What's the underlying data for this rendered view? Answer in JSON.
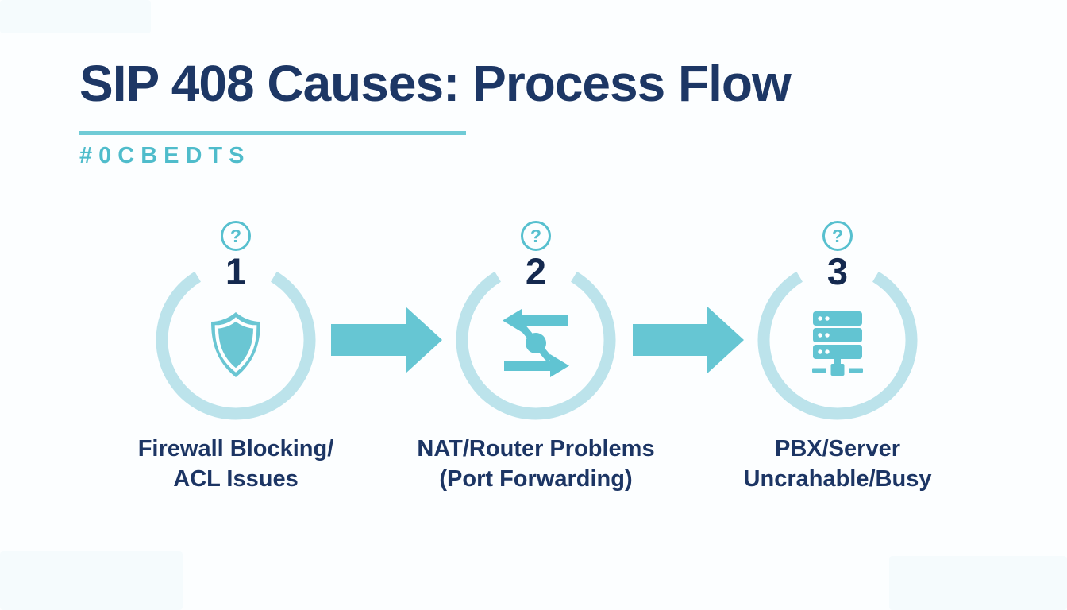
{
  "header": {
    "title": "SIP 408 Causes: Process Flow",
    "tag": "#0CBEDTS"
  },
  "help_glyph": "?",
  "steps": [
    {
      "number": "1",
      "icon": "shield-icon",
      "label": [
        "Firewall Blocking/",
        "ACL Issues"
      ]
    },
    {
      "number": "2",
      "icon": "nat-arrows-icon",
      "label": [
        "NAT/Router Problems",
        "(Port Forwarding)"
      ]
    },
    {
      "number": "3",
      "icon": "server-icon",
      "label": [
        "PBX/Server",
        "Uncrahable/Busy"
      ]
    }
  ],
  "colors": {
    "title_navy": "#1d3765",
    "label_navy": "#1c3564",
    "number_navy": "#14294f",
    "icon_teal": "#62c4d2",
    "arrow_teal": "#66c6d3",
    "ring_light_teal": "#bce3eb",
    "underline_teal": "#70cbd6",
    "tag_teal": "#4fbccb",
    "help_teal": "#57c0cf",
    "background": "#fcfeff"
  }
}
